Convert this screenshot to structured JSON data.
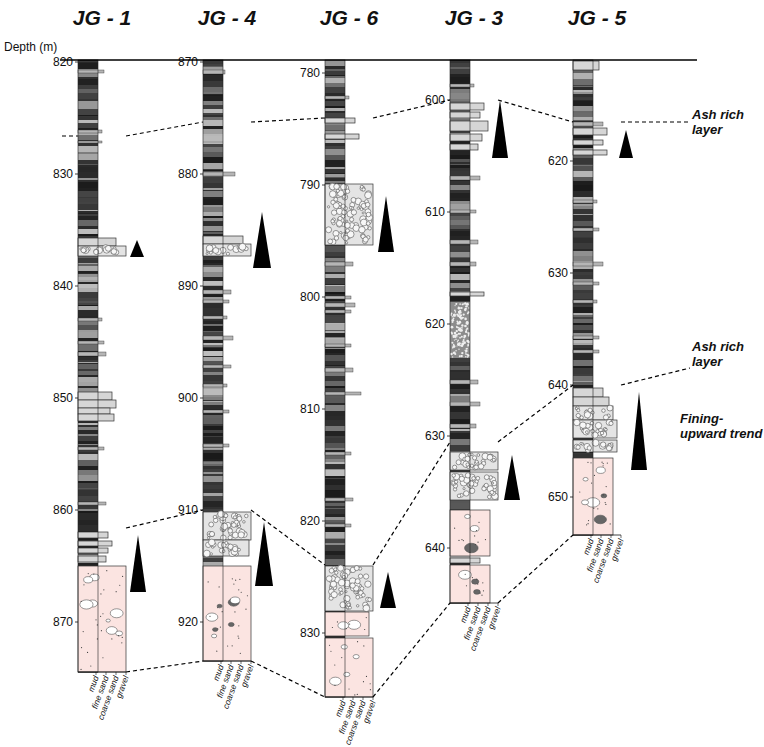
{
  "diagram": {
    "nodes": [
      {
        "text": [
          "JG - 1"
        ]
      },
      {
        "text": [
          "JG - 4"
        ]
      },
      {
        "text": [
          "JG - 6"
        ]
      },
      {
        "text": [
          "JG - 3"
        ]
      },
      {
        "text": [
          "JG - 5"
        ]
      }
    ],
    "edges": [
      {
        "from": 0,
        "to": 1,
        "arrow": "none"
      },
      {
        "from": 1,
        "to": 2,
        "arrow": "none"
      },
      {
        "from": 2,
        "to": 3,
        "arrow": "none"
      },
      {
        "from": 3,
        "to": 4,
        "arrow": "none"
      },
      {
        "from": 0,
        "to": 1,
        "arrow": "none"
      },
      {
        "from": 1,
        "to": 2,
        "arrow": "none"
      },
      {
        "from": 2,
        "to": 3,
        "arrow": "none"
      },
      {
        "from": 3,
        "to": 4,
        "arrow": "none"
      },
      {
        "from": 0,
        "to": 1,
        "arrow": "none"
      },
      {
        "from": 1,
        "to": 2,
        "arrow": "none"
      },
      {
        "from": 2,
        "to": 3,
        "arrow": "none"
      },
      {
        "from": 3,
        "to": 4,
        "arrow": "none"
      }
    ],
    "labels": [
      "Depth (m)",
      "820",
      "830",
      "840",
      "850",
      "860",
      "870",
      "870",
      "880",
      "890",
      "900",
      "910",
      "920",
      "780",
      "790",
      "800",
      "810",
      "820",
      "830",
      "600",
      "610",
      "620",
      "630",
      "640",
      "620",
      "630",
      "640",
      "650",
      "Ash rich layer",
      "Ash rich layer",
      "Fining-upward trend",
      "mud",
      "fine sand",
      "coarse sand",
      "gravel",
      "mud",
      "fine sand",
      "coarse sand",
      "gravel",
      "mud",
      "fine sand",
      "coarse sand",
      "gravel",
      "mud",
      "fine sand",
      "coarse sand",
      "gravel",
      "mud",
      "fine sand",
      "coarse sand",
      "gravel"
    ]
  }
}
